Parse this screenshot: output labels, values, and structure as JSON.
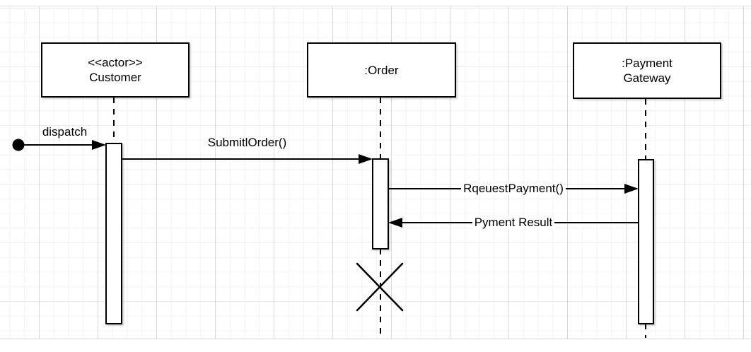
{
  "sequence": {
    "lifelines": [
      {
        "id": "customer",
        "label": "<<actor>>\nCustomer"
      },
      {
        "id": "order",
        "label": ":Order"
      },
      {
        "id": "payment_gateway",
        "label": ":Payment\nGateway"
      }
    ],
    "messages": [
      {
        "id": "dispatch",
        "label": "dispatch",
        "from": "start-node",
        "to": "customer",
        "arrow": "solid-right"
      },
      {
        "id": "submit_order",
        "label": "SubmitlOrder()",
        "from": "customer",
        "to": "order",
        "arrow": "solid-right"
      },
      {
        "id": "request_payment",
        "label": "RqeuestPayment()",
        "from": "order",
        "to": "payment_gateway",
        "arrow": "solid-right"
      },
      {
        "id": "payment_result",
        "label": "Pyment Result",
        "from": "payment_gateway",
        "to": "order",
        "arrow": "solid-left"
      }
    ],
    "markers": {
      "start_node": "filled-circle",
      "order_destroyed": "x-cross"
    },
    "colors": {
      "stroke": "#000000",
      "shape_fill": "#ffffff",
      "canvas": "#ffffff",
      "grid_minor": "#f2f2f2",
      "grid_major": "#d9d9d9"
    }
  }
}
